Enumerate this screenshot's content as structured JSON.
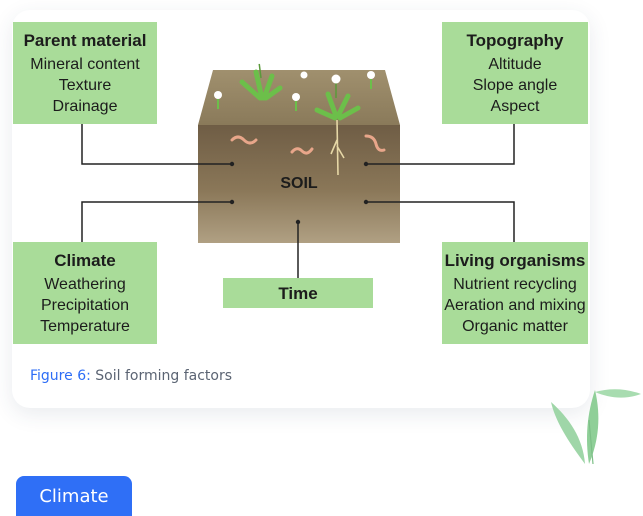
{
  "figure": {
    "caption_label": "Figure 6:",
    "caption_text": "Soil forming factors",
    "center_label": "SOIL",
    "boxes": {
      "parent_material": {
        "title": "Parent material",
        "items": [
          "Mineral content",
          "Texture",
          "Drainage"
        ]
      },
      "topography": {
        "title": "Topography",
        "items": [
          "Altitude",
          "Slope angle",
          "Aspect"
        ]
      },
      "climate": {
        "title": "Climate",
        "items": [
          "Weathering",
          "Precipitation",
          "Temperature"
        ]
      },
      "time": {
        "title": "Time"
      },
      "living_organisms": {
        "title": "Living organisms",
        "items": [
          "Nutrient recycling",
          "Aeration and mixing",
          "Organic matter"
        ]
      }
    }
  },
  "button": {
    "label": "Climate"
  },
  "colors": {
    "box_fill": "#a9dc99",
    "soil_top": "#9a8a6a",
    "soil_body": "#7d6a4e",
    "accent": "#2f6ff6",
    "caption_label": "#2d6df6"
  }
}
